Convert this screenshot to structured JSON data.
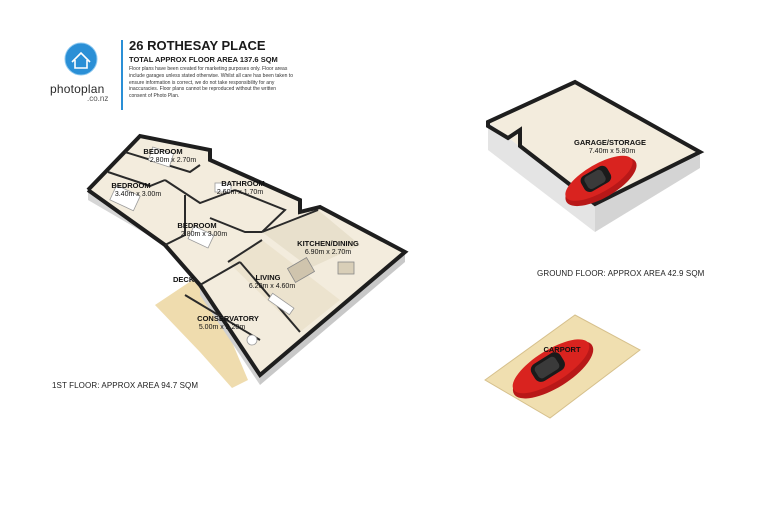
{
  "header": {
    "title": "26 ROTHESAY PLACE",
    "total_area": "TOTAL APPROX FLOOR AREA 137.6 SQM",
    "disclaimer": "Floor plans have been created for marketing purposes only. Floor areas include garages unless stated otherwise. Whilst all care has been taken to ensure information is correct, we do not take responsibility for any inaccuracies. Floor plans cannot be reproduced without the written consent of Photo Plan."
  },
  "logo": {
    "word_main": "photoplan",
    "word_sub": ".co.nz",
    "icon": "house-globe-icon",
    "color": "#2a8fd6"
  },
  "first_floor": {
    "caption": "1ST FLOOR: APPROX AREA 94.7 SQM",
    "rooms": [
      {
        "name": "BEDROOM",
        "dims": "2.80m x 2.70m"
      },
      {
        "name": "BEDROOM",
        "dims": "3.40m x 3.00m"
      },
      {
        "name": "BATHROOM",
        "dims": "2.60m x 1.70m"
      },
      {
        "name": "BEDROOM",
        "dims": "2.80m x 3.00m"
      },
      {
        "name": "KITCHEN/DINING",
        "dims": "6.90m x 2.70m"
      },
      {
        "name": "LIVING",
        "dims": "6.20m x 4.60m"
      },
      {
        "name": "CONSERVATORY",
        "dims": "5.00m x 2.20m"
      }
    ],
    "deck_label": "DECK"
  },
  "ground_floor": {
    "caption": "GROUND FLOOR: APPROX AREA 42.9 SQM",
    "rooms": [
      {
        "name": "GARAGE/STORAGE",
        "dims": "7.40m x 5.80m"
      }
    ]
  },
  "carport": {
    "label": "CARPORT"
  },
  "colors": {
    "floor": "#f2ead8",
    "deck": "#f0dfb0",
    "wall_top": "#1e1e1e",
    "wall_side": "#d9d9d9",
    "car": "#d41f1f"
  }
}
